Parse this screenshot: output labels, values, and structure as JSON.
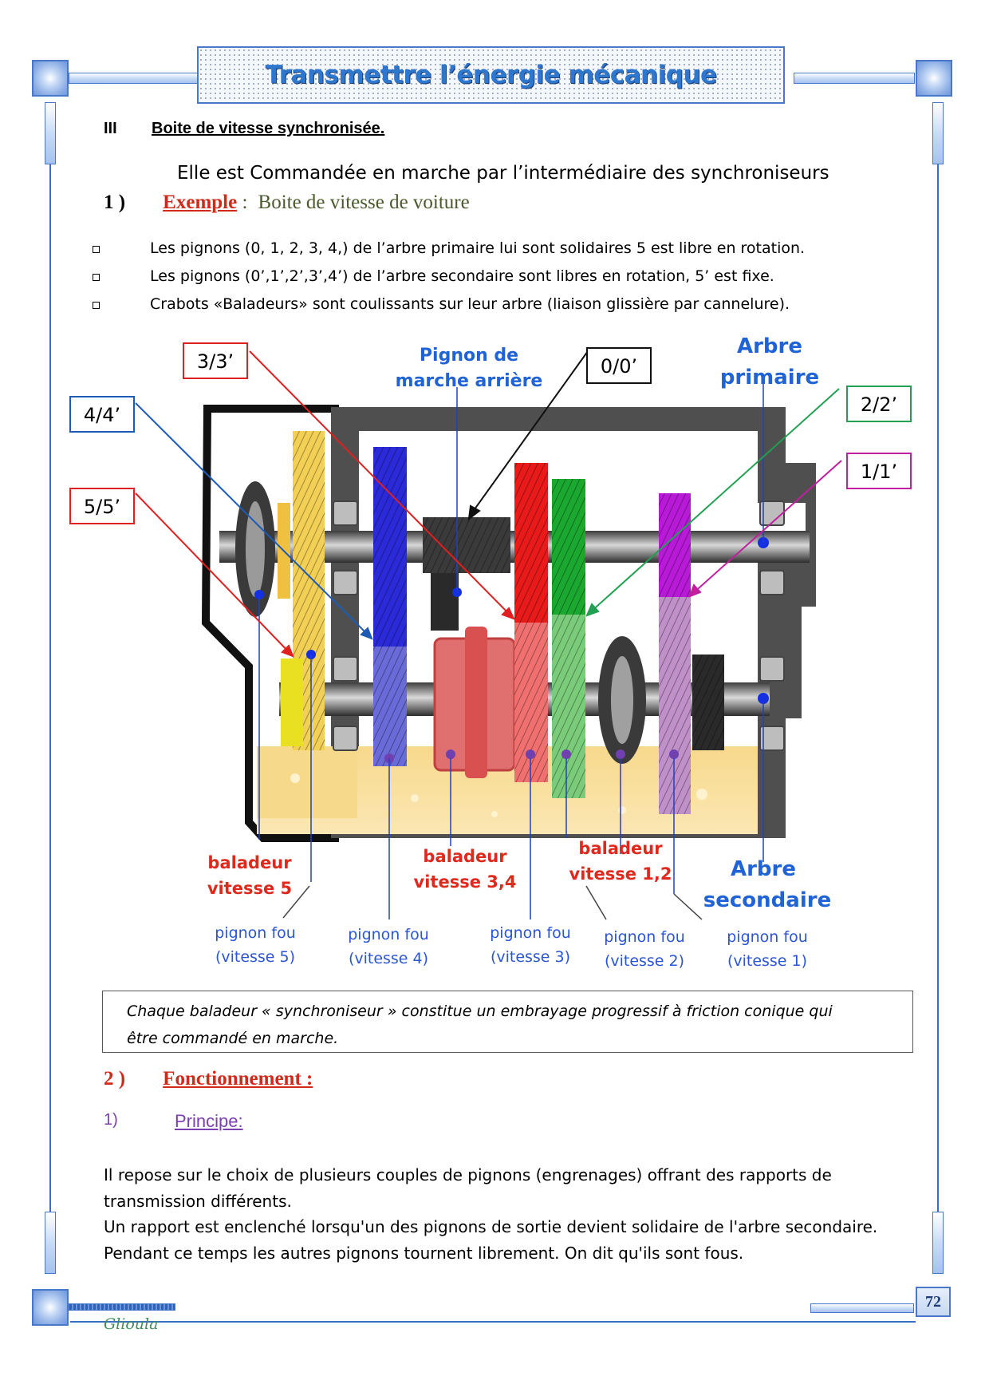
{
  "header": {
    "title": "Transmettre l’énergie mécanique"
  },
  "section3": {
    "number": "III",
    "title": "Boite de vitesse synchronisée."
  },
  "intro": "Elle est Commandée en marche par l’intermédiaire des synchroniseurs",
  "example": {
    "number": "1 )",
    "label": "Exemple",
    "separator": " :",
    "text": "Boite de vitesse de voiture"
  },
  "bullets": [
    "Les pignons (0, 1, 2, 3, 4,) de l’arbre primaire lui sont solidaires 5 est libre en rotation.",
    "Les pignons (0’,1’,2’,3’,4’) de l’arbre secondaire sont libres en rotation, 5’ est fixe.",
    "Crabots «Baladeurs» sont coulissants sur leur arbre (liaison glissière par cannelure)."
  ],
  "diagram": {
    "box_labels": [
      "3/3’",
      "4/4’",
      "5/5’",
      "0/0’",
      "2/2’",
      "1/1’"
    ],
    "pignon_marche_arriere": [
      "Pignon de",
      "marche arrière"
    ],
    "arbre_primaire": [
      "Arbre",
      "primaire"
    ],
    "arbre_secondaire": [
      "Arbre",
      "secondaire"
    ],
    "baladeur_5": [
      "baladeur",
      "vitesse 5"
    ],
    "baladeur_34": [
      "baladeur",
      "vitesse 3,4"
    ],
    "baladeur_12": [
      "baladeur",
      "vitesse 1,2"
    ],
    "pignon_fou": [
      [
        "pignon fou",
        "(vitesse 5)"
      ],
      [
        "pignon fou",
        "(vitesse 4)"
      ],
      [
        "pignon fou",
        "(vitesse 3)"
      ],
      [
        "pignon fou",
        "(vitesse 2)"
      ],
      [
        "pignon fou",
        "(vitesse 1)"
      ]
    ],
    "colors": {
      "red": "#e02020",
      "blue": "#1e5bb5",
      "green": "#20a050",
      "magenta": "#c020a0",
      "label_red": "#e0281c",
      "label_blue": "#1f63d6"
    }
  },
  "note": [
    "Chaque baladeur « synchroniseur » constitue un embrayage progressif à friction conique qui",
    "être commandé en marche."
  ],
  "section2": {
    "number": "2 )",
    "title": "Fonctionnement :"
  },
  "principe": {
    "number": "1)",
    "title": "Principe:"
  },
  "paragraphs": [
    "Il repose sur le choix de plusieurs couples de pignons (engrenages) offrant des rapports de",
    "transmission différents.",
    "Un rapport est enclenché lorsqu'un des pignons de sortie devient solidaire de l'arbre secondaire.",
    "Pendant ce temps les autres pignons tournent librement. On dit qu'ils sont fous."
  ],
  "footer": {
    "page": "72",
    "author": "Glioula"
  }
}
